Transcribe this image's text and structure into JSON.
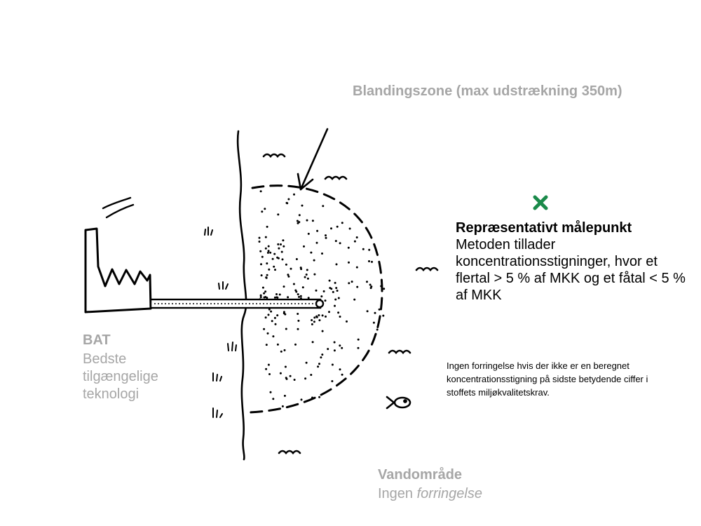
{
  "labels": {
    "mixing_zone": "Blandingszone (max udstrækning 350m)",
    "bat_title": "BAT",
    "bat_desc": "Bedste tilgængelige teknologi",
    "point_title": "Repræsentativt målepunkt",
    "point_desc": "Metoden tillader koncentrationsstigninger, hvor et flertal > 5 % af MKK og et fåtal < 5 % af MKK",
    "note": "Ingen forringelse hvis der ikke er en beregnet koncentrationsstigning på sidste betydende ciffer i stoffets miljøkvalitetskrav.",
    "water_title": "Vandområde",
    "water_sub_prefix": "Ingen ",
    "water_sub_italic": "forringelse"
  },
  "colors": {
    "text_gray": "#a6a6a6",
    "text_black": "#000000",
    "marker_green": "#1a8a4a",
    "line": "#000000"
  },
  "icons": {
    "factory": "factory-icon",
    "smoke": "smoke-icon",
    "pipe": "discharge-pipe",
    "measurement_point": "green-cross-icon",
    "fish": "fish-icon",
    "waves": "wave-icon",
    "grass": "grass-icon"
  }
}
